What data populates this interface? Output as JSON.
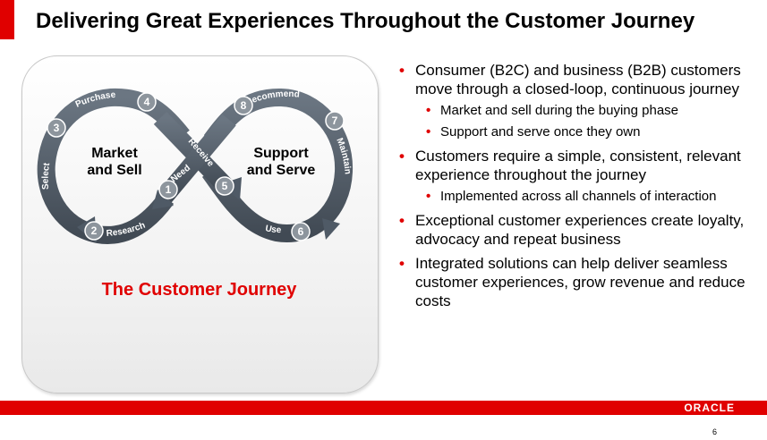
{
  "title": "Delivering Great Experiences Throughout the Customer Journey",
  "diagram": {
    "left_label": [
      "Market",
      "and Sell"
    ],
    "right_label": [
      "Support",
      "and Serve"
    ],
    "caption": "The Customer Journey",
    "steps": [
      {
        "num": "1",
        "label": "Need"
      },
      {
        "num": "2",
        "label": "Research"
      },
      {
        "num": "3",
        "label": "Select"
      },
      {
        "num": "4",
        "label": "Purchase"
      },
      {
        "num": "5",
        "label": "Receive"
      },
      {
        "num": "6",
        "label": "Use"
      },
      {
        "num": "7",
        "label": "Maintain"
      },
      {
        "num": "8",
        "label": "Recommend"
      }
    ]
  },
  "bullets": [
    {
      "level": 1,
      "text": "Consumer (B2C) and business (B2B) customers move through a closed-loop, continuous journey"
    },
    {
      "level": 2,
      "text": "Market and sell during the buying phase"
    },
    {
      "level": 2,
      "text": "Support and serve once they own"
    },
    {
      "level": 1,
      "text": "Customers require a simple, consistent, relevant experience throughout the journey"
    },
    {
      "level": 2,
      "text": "Implemented across all channels of interaction"
    },
    {
      "level": 1,
      "text": "Exceptional customer experiences create loyalty, advocacy and repeat business"
    },
    {
      "level": 1,
      "text": "Integrated solutions can help deliver seamless customer experiences, grow revenue and reduce costs"
    }
  ],
  "footer": {
    "logo": "ORACLE",
    "page_number": "6"
  },
  "colors": {
    "accent": "#e00000",
    "arrow": "#4f5a66",
    "badge": "#8d959d"
  }
}
